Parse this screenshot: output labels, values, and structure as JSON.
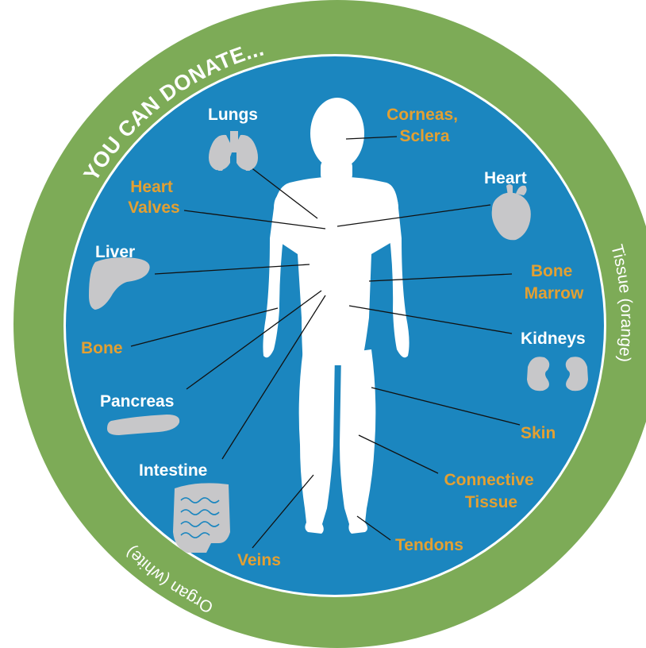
{
  "ring": {
    "title": "YOU CAN DONATE...",
    "tissue_caption": "Tissue (orange)",
    "organ_caption": "Organ (white)"
  },
  "organs": {
    "lungs": "Lungs",
    "heart": "Heart",
    "liver": "Liver",
    "kidneys": "Kidneys",
    "pancreas": "Pancreas",
    "intestine": "Intestine"
  },
  "tissues": {
    "corneas": [
      "Corneas,",
      "Sclera"
    ],
    "heart_valves": [
      "Heart",
      "Valves"
    ],
    "bone_marrow": [
      "Bone",
      "Marrow"
    ],
    "bone": "Bone",
    "skin": "Skin",
    "connective_tissue": [
      "Connective",
      "Tissue"
    ],
    "tendons": "Tendons",
    "veins": "Veins"
  },
  "colors": {
    "ring_green": "#7dab57",
    "disc_blue": "#1b86bf",
    "organ_text": "#ffffff",
    "tissue_text": "#e3a032",
    "icon_gray": "#c7c7c9",
    "body_white": "#ffffff"
  },
  "icons": [
    "lungs-icon",
    "heart-icon",
    "liver-icon",
    "kidneys-icon",
    "pancreas-icon",
    "intestine-icon",
    "human-body-silhouette"
  ]
}
